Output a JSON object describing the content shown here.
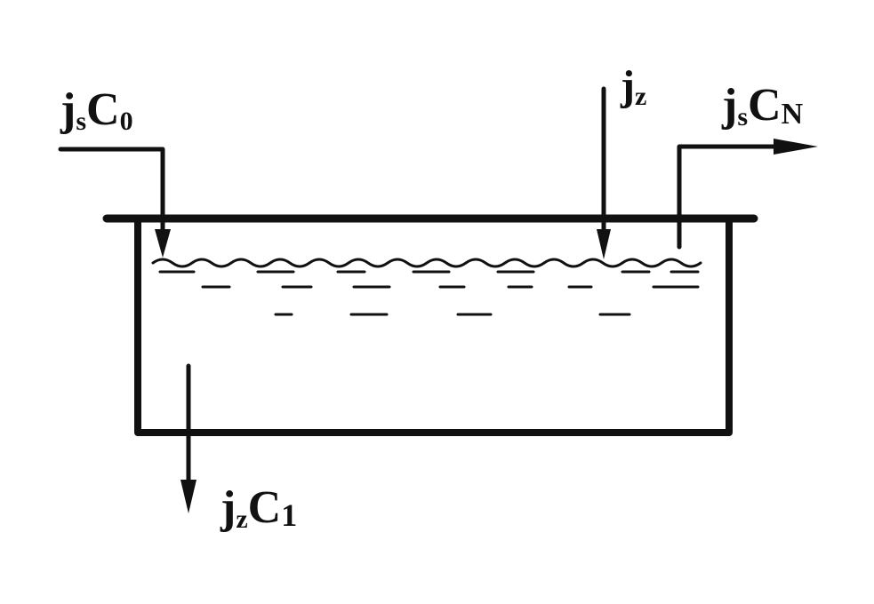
{
  "labels": {
    "inflow": {
      "main": "j",
      "sub": "s",
      "main2": "C",
      "sub2": "0"
    },
    "feed": {
      "main": "j",
      "sub": "z"
    },
    "outflow": {
      "main": "j",
      "sub": "s",
      "main2": "C",
      "sub2": "N"
    },
    "drain": {
      "main": "j",
      "sub": "z",
      "main2": "C",
      "sub2": "1"
    }
  },
  "colors": {
    "ink": "#111111",
    "background": "#ffffff"
  }
}
